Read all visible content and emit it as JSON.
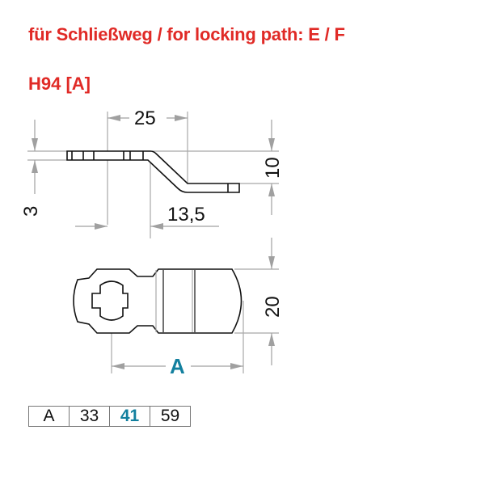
{
  "header": {
    "title": "für Schließweg / for locking path: E / F",
    "model": "H94 [A]"
  },
  "side_view": {
    "dim_length_top": "25",
    "dim_length_bottom": "13,5",
    "dim_thickness": "3",
    "dim_offset": "10"
  },
  "top_view": {
    "dim_width": "20",
    "dim_length_label": "A"
  },
  "dimension_table": {
    "label": "A",
    "values": [
      "33",
      "41",
      "59"
    ],
    "highlighted_index": 1
  },
  "colors": {
    "title_red": "#e02a26",
    "accent_blue": "#13809f",
    "dimension_gray": "#a0a0a0",
    "outline_black": "#111111"
  }
}
